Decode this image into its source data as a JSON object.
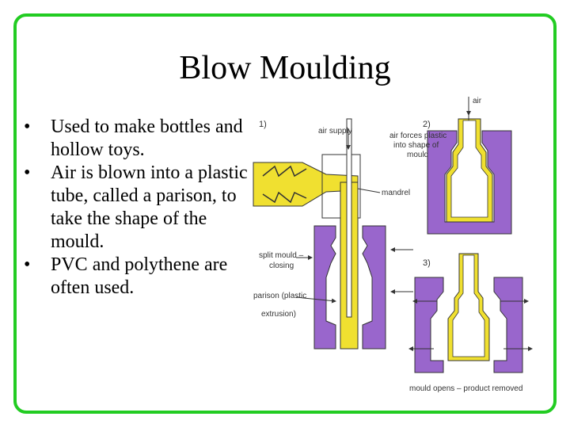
{
  "slide": {
    "title": "Blow Moulding",
    "bullets": [
      "Used to make bottles and hollow toys.",
      "Air is blown into a plastic tube, called a parison, to take the shape of the mould.",
      "PVC and polythene are often used."
    ]
  },
  "diagram": {
    "step1": {
      "number": "1)",
      "air_supply": "air supply",
      "mandrel": "mandrel",
      "split_mould": [
        "split mould –",
        "closing"
      ],
      "parison": [
        "parison (plastic",
        "extrusion)"
      ]
    },
    "step2": {
      "number": "2)",
      "air": "air",
      "air_forces": [
        "air forces plastic",
        "into shape of",
        "mould"
      ]
    },
    "step3": {
      "number": "3)",
      "mould_opens": "mould opens – product removed"
    },
    "colors": {
      "mould": "#9966cc",
      "plastic": "#f0e030",
      "frame": "#22cc22"
    }
  }
}
